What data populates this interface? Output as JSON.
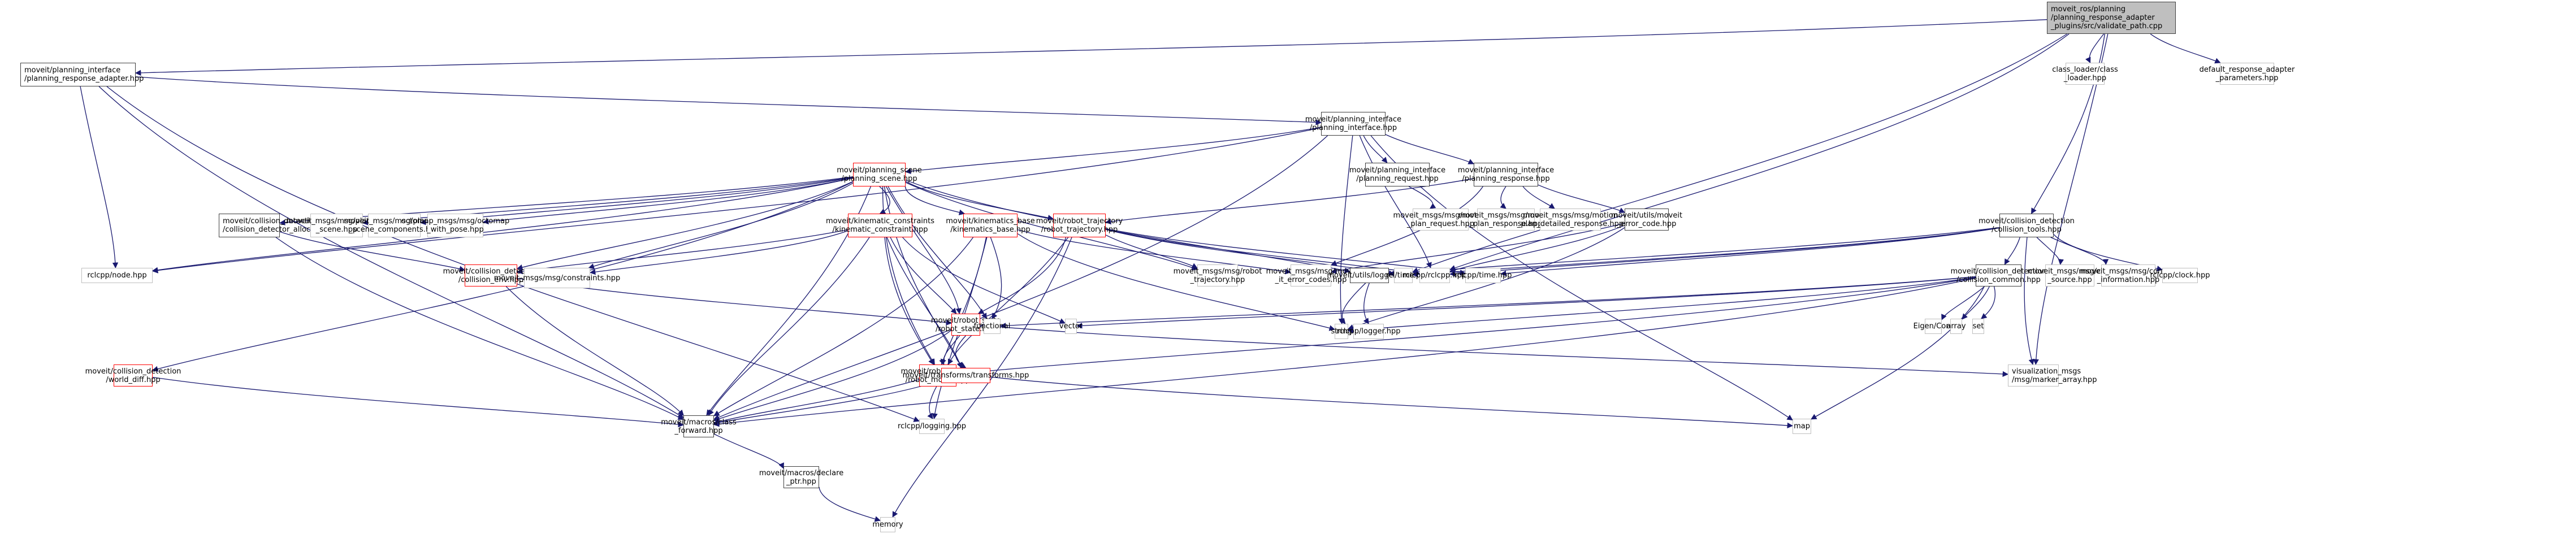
{
  "graph": {
    "title": "moveit_ros/planning/planning_response_adapter_plugins/src/validate_path.cpp include dependency graph",
    "edge_color": "#191970",
    "node_colors": {
      "root_fill": "#bfbfbf",
      "local_border": "#404040",
      "truncated_border": "#ff0000",
      "external_border": "#bfbfbf"
    },
    "nodes": [
      {
        "id": "validate_path",
        "kind": "root",
        "label": "moveit_ros/planning\n/planning_response_adapter\n_plugins/src/validate_path.cpp"
      },
      {
        "id": "planning_response_adapter",
        "kind": "local",
        "label": "moveit/planning_interface\n/planning_response_adapter.hpp"
      },
      {
        "id": "class_loader",
        "kind": "ext",
        "label": "class_loader/class\n_loader.hpp"
      },
      {
        "id": "default_response_adapter_parameters",
        "kind": "ext",
        "label": "default_response_adapter\n_parameters.hpp"
      },
      {
        "id": "planning_interface",
        "kind": "local",
        "label": "moveit/planning_interface\n/planning_interface.hpp"
      },
      {
        "id": "planning_scene",
        "kind": "red",
        "label": "moveit/planning_scene\n/planning_scene.hpp"
      },
      {
        "id": "planning_request",
        "kind": "local",
        "label": "moveit/planning_interface\n/planning_request.hpp"
      },
      {
        "id": "planning_response",
        "kind": "local",
        "label": "moveit/planning_interface\n/planning_response.hpp"
      },
      {
        "id": "collision_tools",
        "kind": "local",
        "label": "moveit/collision_detection\n/collision_tools.hpp"
      },
      {
        "id": "collision_detector_allocator",
        "kind": "local",
        "label": "moveit/collision_detection\n/collision_detector_allocator.hpp"
      },
      {
        "id": "msg_planning_scene",
        "kind": "ext",
        "label": "moveit_msgs/msg/planning\n_scene.hpp"
      },
      {
        "id": "msg_planning_scene_components",
        "kind": "ext",
        "label": "moveit_msgs/msg/planning\n_scene_components.hpp"
      },
      {
        "id": "octomap_with_pose",
        "kind": "ext",
        "label": "octomap_msgs/msg/octomap\n_with_pose.hpp"
      },
      {
        "id": "kinematic_constraint",
        "kind": "red",
        "label": "moveit/kinematic_constraints\n/kinematic_constraint.hpp"
      },
      {
        "id": "kinematics_base",
        "kind": "red",
        "label": "moveit/kinematics_base\n/kinematics_base.hpp"
      },
      {
        "id": "robot_trajectory",
        "kind": "red",
        "label": "moveit/robot_trajectory\n/robot_trajectory.hpp"
      },
      {
        "id": "motion_plan_request",
        "kind": "ext",
        "label": "moveit_msgs/msg/motion\n_plan_request.hpp"
      },
      {
        "id": "motion_plan_response",
        "kind": "ext",
        "label": "moveit_msgs/msg/motion\n_plan_response.hpp"
      },
      {
        "id": "motion_plan_detailed_response",
        "kind": "ext",
        "label": "moveit_msgs/msg/motion\n_plan_detailed_response.hpp"
      },
      {
        "id": "moveit_error_code",
        "kind": "local",
        "label": "moveit/utils/moveit\n_error_code.hpp"
      },
      {
        "id": "rclcpp_node",
        "kind": "ext",
        "label": "rclcpp/node.hpp"
      },
      {
        "id": "collision_env",
        "kind": "red",
        "label": "moveit/collision_detection\n/collision_env.hpp"
      },
      {
        "id": "msg_constraints",
        "kind": "ext",
        "label": "moveit_msgs/msg/constraints.hpp"
      },
      {
        "id": "msg_robot_trajectory",
        "kind": "ext",
        "label": "moveit_msgs/msg/robot\n_trajectory.hpp"
      },
      {
        "id": "move_it_error_codes",
        "kind": "ext",
        "label": "moveit_msgs/msg/move\n_it_error_codes.hpp"
      },
      {
        "id": "logger",
        "kind": "local",
        "label": "moveit/utils/logger.hpp"
      },
      {
        "id": "rcl_time",
        "kind": "ext",
        "label": "rcl/time.h"
      },
      {
        "id": "rclcpp_rclcpp",
        "kind": "ext",
        "label": "rclcpp/rclcpp.hpp"
      },
      {
        "id": "rclcpp_time",
        "kind": "ext",
        "label": "rclcpp/time.hpp"
      },
      {
        "id": "collision_common",
        "kind": "local",
        "label": "moveit/collision_detection\n/collision_common.hpp"
      },
      {
        "id": "msg_cost_source",
        "kind": "ext",
        "label": "moveit_msgs/msg/cost\n_source.hpp"
      },
      {
        "id": "msg_contact_information",
        "kind": "ext",
        "label": "moveit_msgs/msg/contact\n_information.hpp"
      },
      {
        "id": "rclcpp_clock",
        "kind": "ext",
        "label": "rclcpp/clock.hpp"
      },
      {
        "id": "robot_state",
        "kind": "red",
        "label": "moveit/robot_state\n/robot_state.hpp"
      },
      {
        "id": "functional",
        "kind": "ext",
        "label": "functional"
      },
      {
        "id": "vector",
        "kind": "ext",
        "label": "vector"
      },
      {
        "id": "string",
        "kind": "ext",
        "label": "string"
      },
      {
        "id": "rclcpp_logger",
        "kind": "ext",
        "label": "rclcpp/logger.hpp"
      },
      {
        "id": "eigen_core",
        "kind": "ext",
        "label": "Eigen/Core"
      },
      {
        "id": "array",
        "kind": "ext",
        "label": "array"
      },
      {
        "id": "set",
        "kind": "ext",
        "label": "set"
      },
      {
        "id": "world_diff",
        "kind": "red",
        "label": "moveit/collision_detection\n/world_diff.hpp"
      },
      {
        "id": "robot_model",
        "kind": "red",
        "label": "moveit/robot_model\n/robot_model.hpp"
      },
      {
        "id": "transforms",
        "kind": "red",
        "label": "moveit/transforms/transforms.hpp"
      },
      {
        "id": "marker_array",
        "kind": "ext",
        "label": "visualization_msgs\n/msg/marker_array.hpp"
      },
      {
        "id": "class_forward",
        "kind": "local",
        "label": "moveit/macros/class\n_forward.hpp"
      },
      {
        "id": "rclcpp_logging",
        "kind": "ext",
        "label": "rclcpp/logging.hpp"
      },
      {
        "id": "map",
        "kind": "ext",
        "label": "map"
      },
      {
        "id": "declare_ptr",
        "kind": "local",
        "label": "moveit/macros/declare\n_ptr.hpp"
      },
      {
        "id": "memory",
        "kind": "ext",
        "label": "memory"
      }
    ],
    "edges": [
      [
        "validate_path",
        "planning_response_adapter"
      ],
      [
        "validate_path",
        "class_loader"
      ],
      [
        "validate_path",
        "default_response_adapter_parameters"
      ],
      [
        "validate_path",
        "collision_tools"
      ],
      [
        "validate_path",
        "rclcpp_rclcpp"
      ],
      [
        "validate_path",
        "marker_array"
      ],
      [
        "validate_path",
        "rcl_time"
      ],
      [
        "planning_response_adapter",
        "planning_interface"
      ],
      [
        "planning_response_adapter",
        "rclcpp_node"
      ],
      [
        "planning_response_adapter",
        "class_forward"
      ],
      [
        "planning_response_adapter",
        "rclcpp_logging"
      ],
      [
        "planning_interface",
        "planning_scene"
      ],
      [
        "planning_interface",
        "planning_request"
      ],
      [
        "planning_interface",
        "planning_response"
      ],
      [
        "planning_interface",
        "class_forward"
      ],
      [
        "planning_interface",
        "rclcpp_node"
      ],
      [
        "planning_interface",
        "string"
      ],
      [
        "planning_interface",
        "map"
      ],
      [
        "planning_interface",
        "rclcpp_rclcpp"
      ],
      [
        "planning_request",
        "motion_plan_request"
      ],
      [
        "planning_response",
        "robot_trajectory"
      ],
      [
        "planning_response",
        "motion_plan_response"
      ],
      [
        "planning_response",
        "motion_plan_detailed_response"
      ],
      [
        "planning_response",
        "moveit_error_code"
      ],
      [
        "planning_response",
        "move_it_error_codes"
      ],
      [
        "planning_scene",
        "collision_detector_allocator"
      ],
      [
        "planning_scene",
        "msg_planning_scene"
      ],
      [
        "planning_scene",
        "msg_planning_scene_components"
      ],
      [
        "planning_scene",
        "octomap_with_pose"
      ],
      [
        "planning_scene",
        "kinematic_constraint"
      ],
      [
        "planning_scene",
        "kinematics_base"
      ],
      [
        "planning_scene",
        "robot_trajectory"
      ],
      [
        "planning_scene",
        "collision_env"
      ],
      [
        "planning_scene",
        "world_diff"
      ],
      [
        "planning_scene",
        "robot_state"
      ],
      [
        "planning_scene",
        "robot_model"
      ],
      [
        "planning_scene",
        "transforms"
      ],
      [
        "planning_scene",
        "class_forward"
      ],
      [
        "planning_scene",
        "functional"
      ],
      [
        "planning_scene",
        "msg_robot_trajectory"
      ],
      [
        "planning_scene",
        "rclcpp_node"
      ],
      [
        "planning_scene",
        "logger"
      ],
      [
        "planning_scene",
        "msg_constraints"
      ],
      [
        "collision_detector_allocator",
        "collision_env"
      ],
      [
        "collision_detector_allocator",
        "class_forward"
      ],
      [
        "kinematic_constraint",
        "collision_env"
      ],
      [
        "kinematic_constraint",
        "robot_model"
      ],
      [
        "kinematic_constraint",
        "robot_state"
      ],
      [
        "kinematic_constraint",
        "transforms"
      ],
      [
        "kinematic_constraint",
        "msg_constraints"
      ],
      [
        "kinematic_constraint",
        "class_forward"
      ],
      [
        "kinematic_constraint",
        "vector"
      ],
      [
        "kinematics_base",
        "robot_model"
      ],
      [
        "kinematics_base",
        "class_forward"
      ],
      [
        "kinematics_base",
        "functional"
      ],
      [
        "kinematics_base",
        "string"
      ],
      [
        "kinematics_base",
        "rclcpp_logging"
      ],
      [
        "kinematics_base",
        "move_it_error_codes"
      ],
      [
        "robot_trajectory",
        "msg_robot_trajectory"
      ],
      [
        "robot_trajectory",
        "robot_state"
      ],
      [
        "robot_trajectory",
        "robot_model"
      ],
      [
        "robot_trajectory",
        "memory"
      ],
      [
        "robot_trajectory",
        "rclcpp_rclcpp"
      ],
      [
        "robot_trajectory",
        "rcl_time"
      ],
      [
        "robot_trajectory",
        "rclcpp_time"
      ],
      [
        "moveit_error_code",
        "move_it_error_codes"
      ],
      [
        "moveit_error_code",
        "rclcpp_rclcpp"
      ],
      [
        "moveit_error_code",
        "string"
      ],
      [
        "collision_env",
        "robot_state"
      ],
      [
        "collision_env",
        "class_forward"
      ],
      [
        "logger",
        "string"
      ],
      [
        "logger",
        "rclcpp_logger"
      ],
      [
        "collision_tools",
        "collision_common"
      ],
      [
        "collision_tools",
        "msg_cost_source"
      ],
      [
        "collision_tools",
        "msg_contact_information"
      ],
      [
        "collision_tools",
        "rclcpp_clock"
      ],
      [
        "collision_tools",
        "marker_array"
      ],
      [
        "collision_tools",
        "rclcpp_time"
      ],
      [
        "collision_tools",
        "rclcpp_rclcpp"
      ],
      [
        "collision_tools",
        "rcl_time"
      ],
      [
        "collision_tools",
        "logger"
      ],
      [
        "collision_common",
        "eigen_core"
      ],
      [
        "collision_common",
        "array"
      ],
      [
        "collision_common",
        "set"
      ],
      [
        "collision_common",
        "map"
      ],
      [
        "collision_common",
        "vector"
      ],
      [
        "collision_common",
        "string"
      ],
      [
        "collision_common",
        "functional"
      ],
      [
        "collision_common",
        "robot_model"
      ],
      [
        "collision_common",
        "class_forward"
      ],
      [
        "robot_state",
        "transforms"
      ],
      [
        "robot_state",
        "robot_model"
      ],
      [
        "robot_state",
        "marker_array"
      ],
      [
        "robot_state",
        "class_forward"
      ],
      [
        "world_diff",
        "class_forward"
      ],
      [
        "robot_model",
        "class_forward"
      ],
      [
        "robot_model",
        "rclcpp_logging"
      ],
      [
        "transforms",
        "class_forward"
      ],
      [
        "transforms",
        "map"
      ],
      [
        "class_forward",
        "declare_ptr"
      ],
      [
        "declare_ptr",
        "memory"
      ]
    ]
  }
}
